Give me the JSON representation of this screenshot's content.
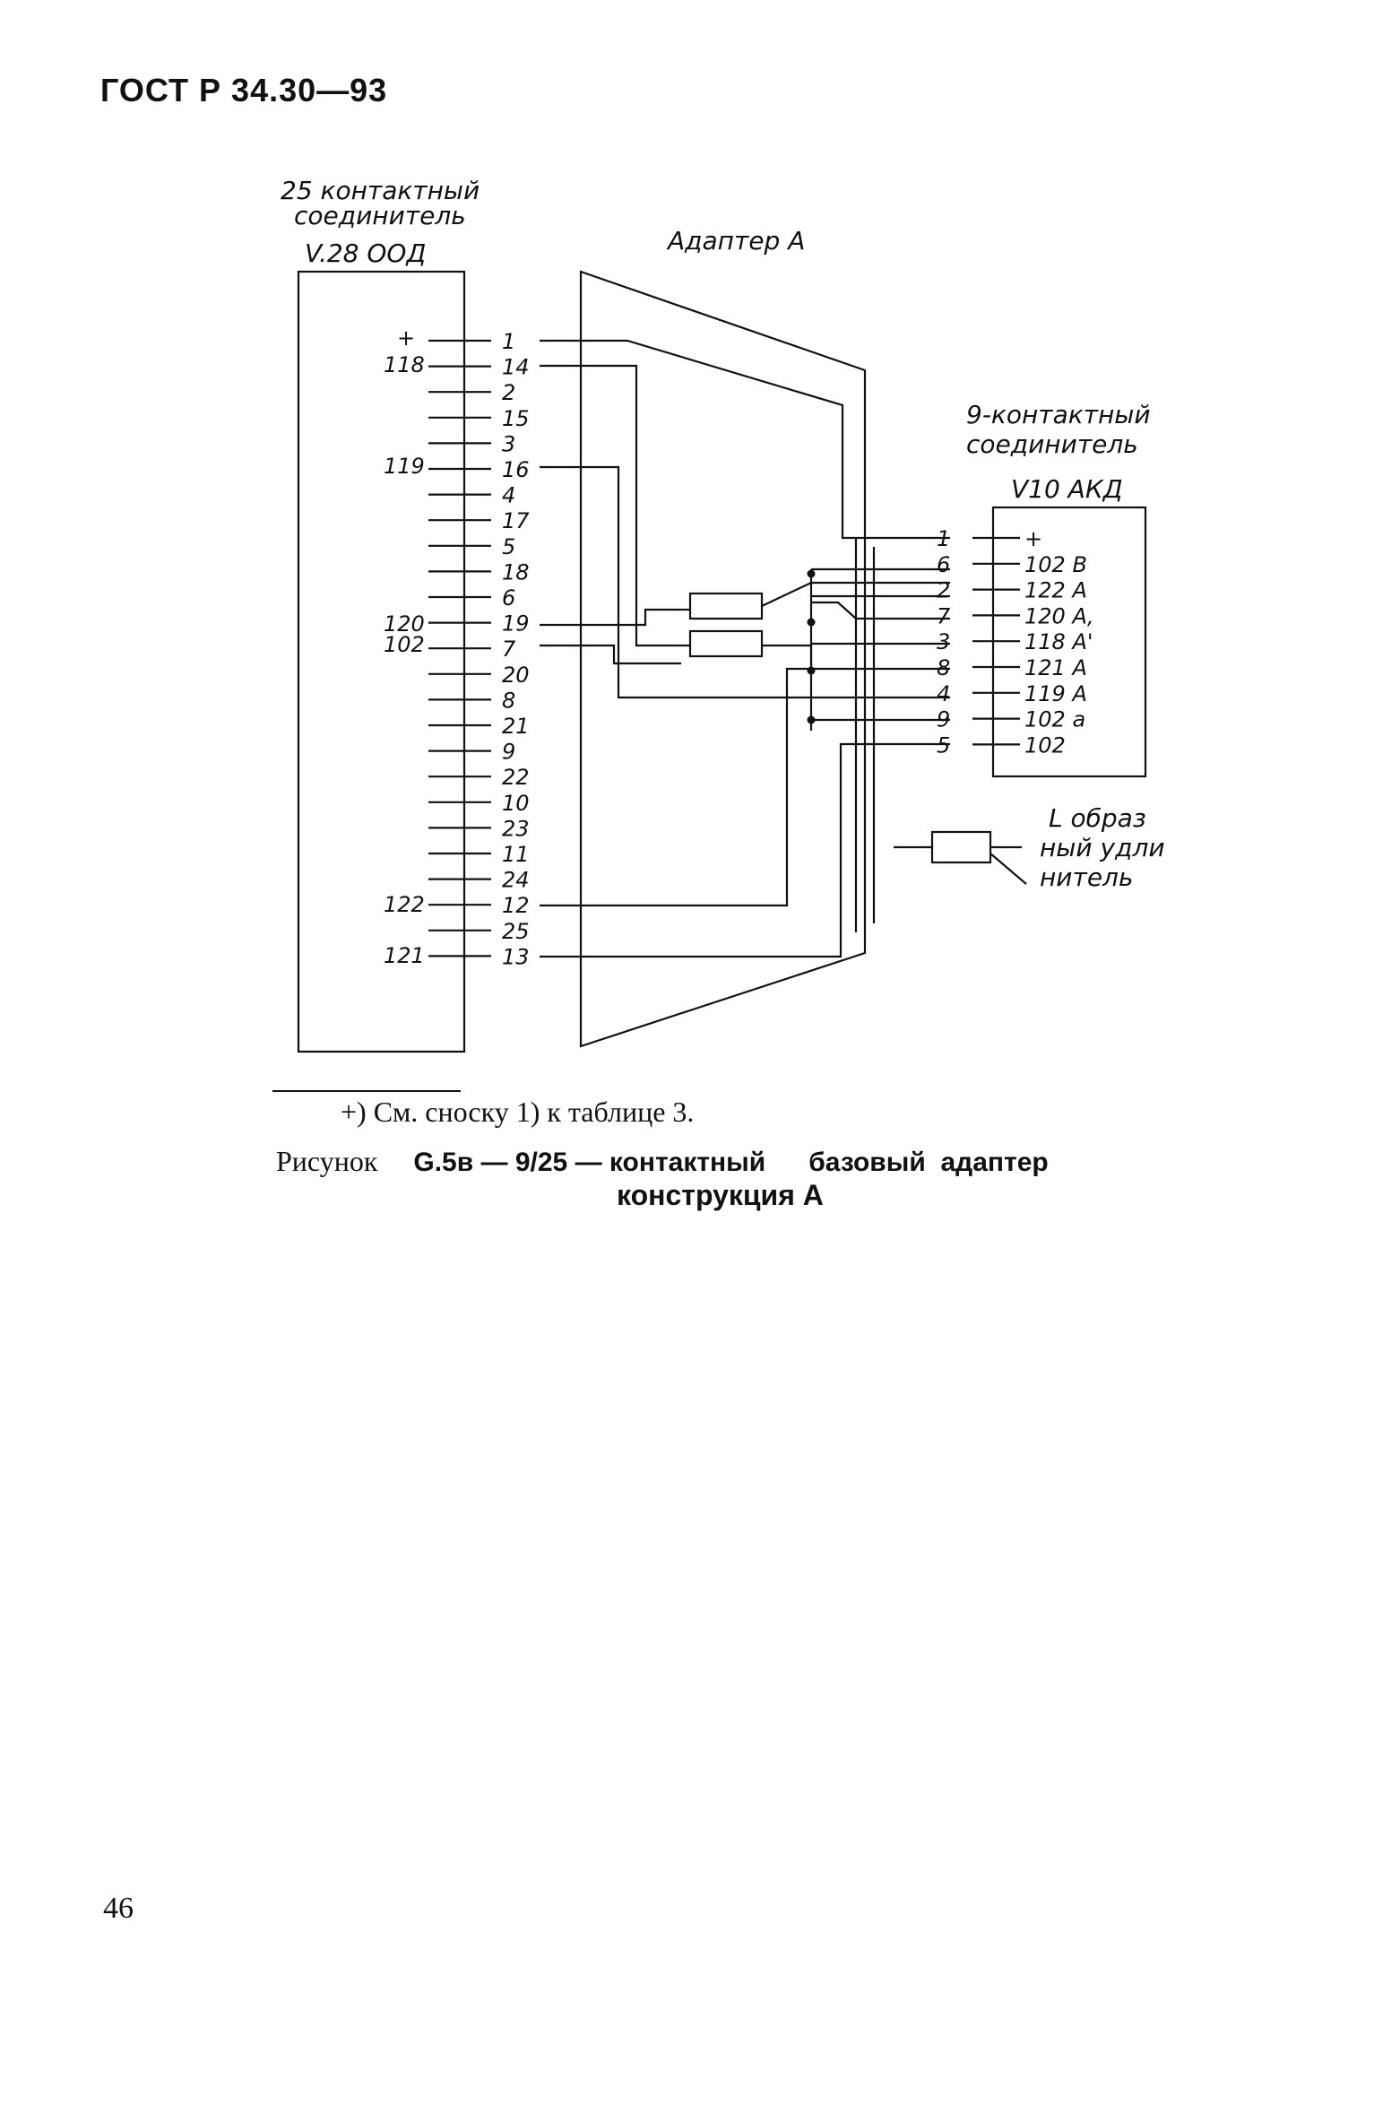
{
  "header": {
    "title": "ГОСТ Р 34.30—93"
  },
  "figure": {
    "connector25": {
      "line1": "25 контактный",
      "line2": "соединитель",
      "line3": "V.28 ООД"
    },
    "adapter": {
      "label": "Адаптер А"
    },
    "connector9": {
      "line1": "9-контактный",
      "line2": "соединитель",
      "line3": "V10 АКД"
    },
    "left_signals": [
      "+",
      "118",
      "119",
      "120",
      "102",
      "122",
      "121"
    ],
    "pins25": [
      "1",
      "14",
      "2",
      "15",
      "3",
      "16",
      "4",
      "17",
      "5",
      "18",
      "6",
      "19",
      "7",
      "20",
      "8",
      "21",
      "9",
      "22",
      "10",
      "23",
      "11",
      "24",
      "12",
      "25",
      "13"
    ],
    "pins9": [
      "1",
      "6",
      "2",
      "7",
      "3",
      "8",
      "4",
      "9",
      "5"
    ],
    "right_signals": [
      "+",
      "102 В",
      "122 А",
      "120 А,",
      "118 А'",
      "121 А",
      "119 А",
      "102 а",
      "102"
    ],
    "legend": {
      "line1": "L образ",
      "line2": "ный удли",
      "line3": "нитель"
    }
  },
  "footnote": "+) См. сноску 1) к таблице 3.",
  "caption": {
    "prefix": "Рисунок",
    "number": "G.5в — 9/25 — контактный",
    "rest": "базовый  адаптер",
    "line2": "конструкция А"
  },
  "page_number": "46"
}
